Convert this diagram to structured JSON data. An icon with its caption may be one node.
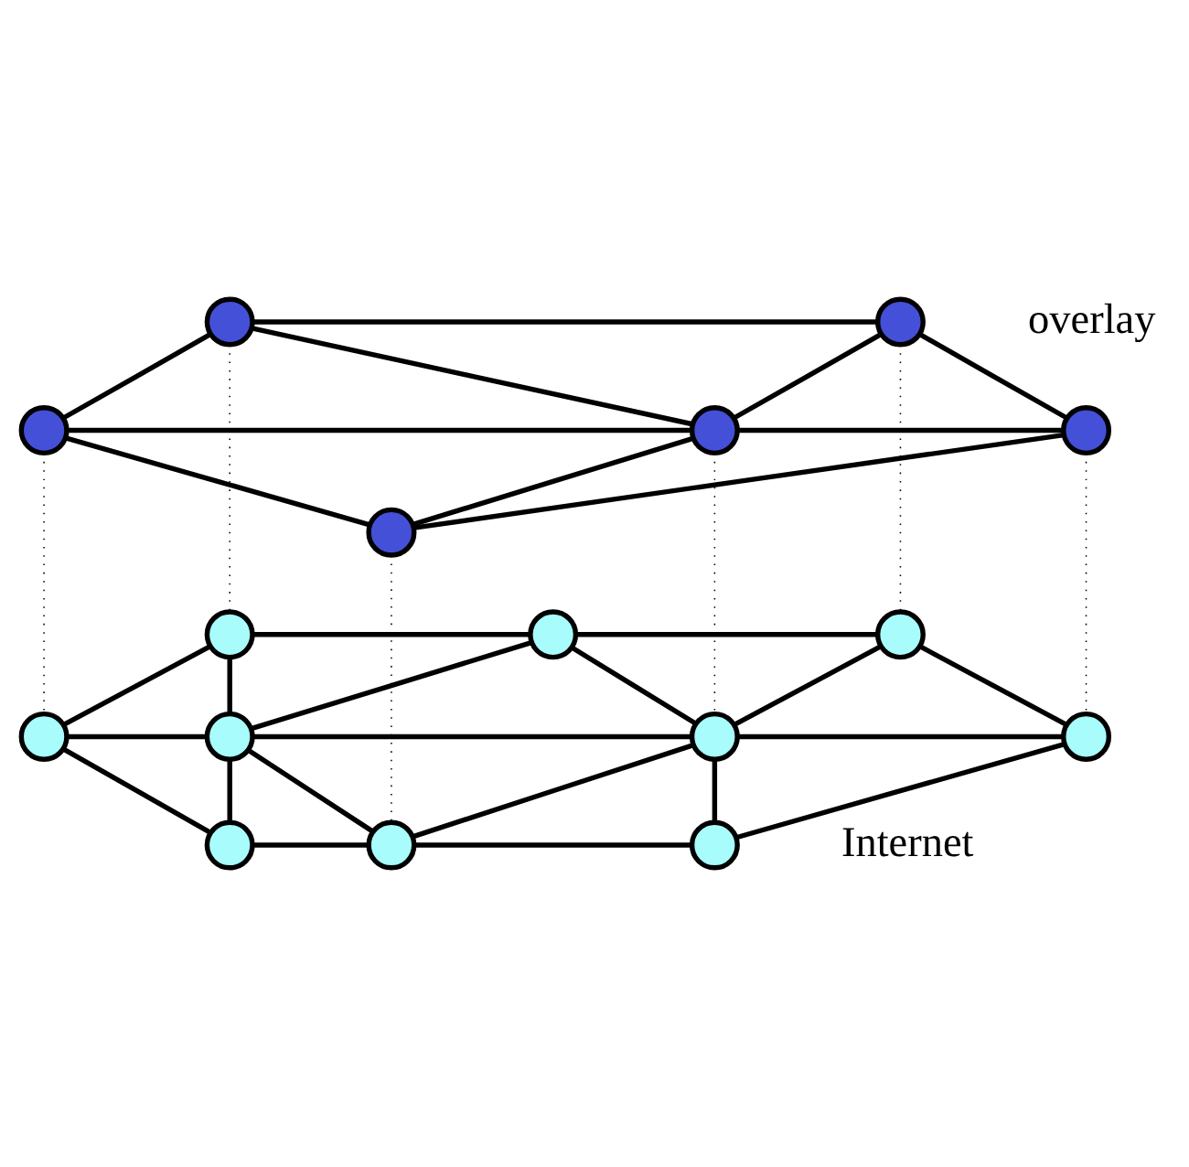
{
  "diagram": {
    "nodes": [
      {
        "text": [],
        "shape": "circle"
      },
      {
        "text": [],
        "shape": "circle"
      },
      {
        "text": [],
        "shape": "circle"
      },
      {
        "text": [],
        "shape": "circle"
      },
      {
        "text": [],
        "shape": "circle"
      },
      {
        "text": [],
        "shape": "circle"
      },
      {
        "text": [],
        "shape": "circle"
      },
      {
        "text": [],
        "shape": "circle"
      },
      {
        "text": [],
        "shape": "circle"
      },
      {
        "text": [],
        "shape": "circle"
      },
      {
        "text": [],
        "shape": "circle"
      },
      {
        "text": [],
        "shape": "circle"
      },
      {
        "text": [],
        "shape": "circle"
      },
      {
        "text": [],
        "shape": "circle"
      },
      {
        "text": [],
        "shape": "circle"
      },
      {
        "text": [],
        "shape": "circle"
      }
    ],
    "edges": [
      {
        "from": 0,
        "to": 1,
        "arrow": "none"
      },
      {
        "from": 0,
        "to": 2,
        "arrow": "none"
      },
      {
        "from": 0,
        "to": 3,
        "arrow": "none"
      },
      {
        "from": 1,
        "to": 3,
        "arrow": "none"
      },
      {
        "from": 1,
        "to": 4,
        "arrow": "none"
      },
      {
        "from": 2,
        "to": 3,
        "arrow": "none"
      },
      {
        "from": 2,
        "to": 5,
        "arrow": "none"
      },
      {
        "from": 3,
        "to": 4,
        "arrow": "none"
      },
      {
        "from": 3,
        "to": 5,
        "arrow": "none"
      },
      {
        "from": 4,
        "to": 5,
        "arrow": "none"
      },
      {
        "from": 6,
        "to": 7,
        "arrow": "none"
      },
      {
        "from": 7,
        "to": 8,
        "arrow": "none"
      },
      {
        "from": 6,
        "to": 9,
        "arrow": "none"
      },
      {
        "from": 6,
        "to": 10,
        "arrow": "none"
      },
      {
        "from": 7,
        "to": 10,
        "arrow": "none"
      },
      {
        "from": 7,
        "to": 11,
        "arrow": "none"
      },
      {
        "from": 8,
        "to": 11,
        "arrow": "none"
      },
      {
        "from": 8,
        "to": 12,
        "arrow": "none"
      },
      {
        "from": 9,
        "to": 10,
        "arrow": "none"
      },
      {
        "from": 10,
        "to": 11,
        "arrow": "none"
      },
      {
        "from": 11,
        "to": 12,
        "arrow": "none"
      },
      {
        "from": 9,
        "to": 13,
        "arrow": "none"
      },
      {
        "from": 10,
        "to": 13,
        "arrow": "none"
      },
      {
        "from": 10,
        "to": 14,
        "arrow": "none"
      },
      {
        "from": 11,
        "to": 14,
        "arrow": "none"
      },
      {
        "from": 11,
        "to": 15,
        "arrow": "none"
      },
      {
        "from": 12,
        "to": 15,
        "arrow": "none"
      },
      {
        "from": 13,
        "to": 14,
        "arrow": "none"
      },
      {
        "from": 14,
        "to": 15,
        "arrow": "none"
      },
      {
        "from": 0,
        "to": 6,
        "arrow": "none",
        "style": "dashed"
      },
      {
        "from": 1,
        "to": 8,
        "arrow": "none",
        "style": "dashed"
      },
      {
        "from": 2,
        "to": 9,
        "arrow": "none",
        "style": "dashed"
      },
      {
        "from": 3,
        "to": 11,
        "arrow": "none",
        "style": "dashed"
      },
      {
        "from": 4,
        "to": 12,
        "arrow": "none",
        "style": "dashed"
      },
      {
        "from": 5,
        "to": 14,
        "arrow": "none",
        "style": "dashed"
      }
    ],
    "labels": [
      "overlay",
      "Internet"
    ]
  }
}
